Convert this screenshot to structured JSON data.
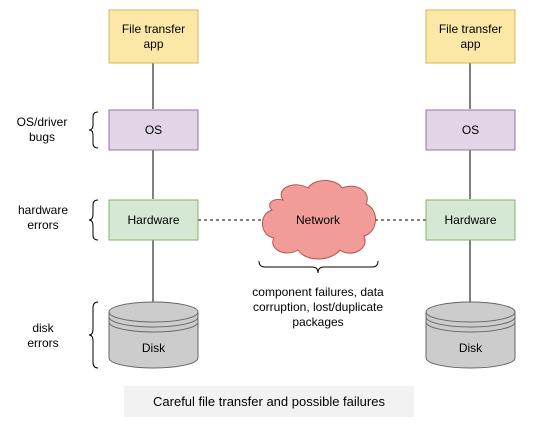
{
  "colors": {
    "app_fill": "#fce8a6",
    "app_stroke": "#d6b656",
    "os_fill": "#e1d5e7",
    "os_stroke": "#9673a6",
    "hardware_fill": "#d5e8d4",
    "hardware_stroke": "#82b366",
    "network_fill": "#f19c99",
    "network_stroke": "#b85450",
    "disk_fill": "#cccccc",
    "disk_stroke": "#666666"
  },
  "left_column": {
    "app": "File transfer app",
    "os": "OS",
    "hardware": "Hardware",
    "disk": "Disk"
  },
  "right_column": {
    "app": "File transfer app",
    "os": "OS",
    "hardware": "Hardware",
    "disk": "Disk"
  },
  "failure_labels": {
    "os_driver_bugs": "OS/driver bugs",
    "hardware_errors": "hardware errors",
    "disk_errors": "disk errors"
  },
  "network": {
    "label": "Network",
    "failures": "component failures, data corruption, lost/duplicate packages"
  },
  "caption": "Careful file transfer and possible failures"
}
